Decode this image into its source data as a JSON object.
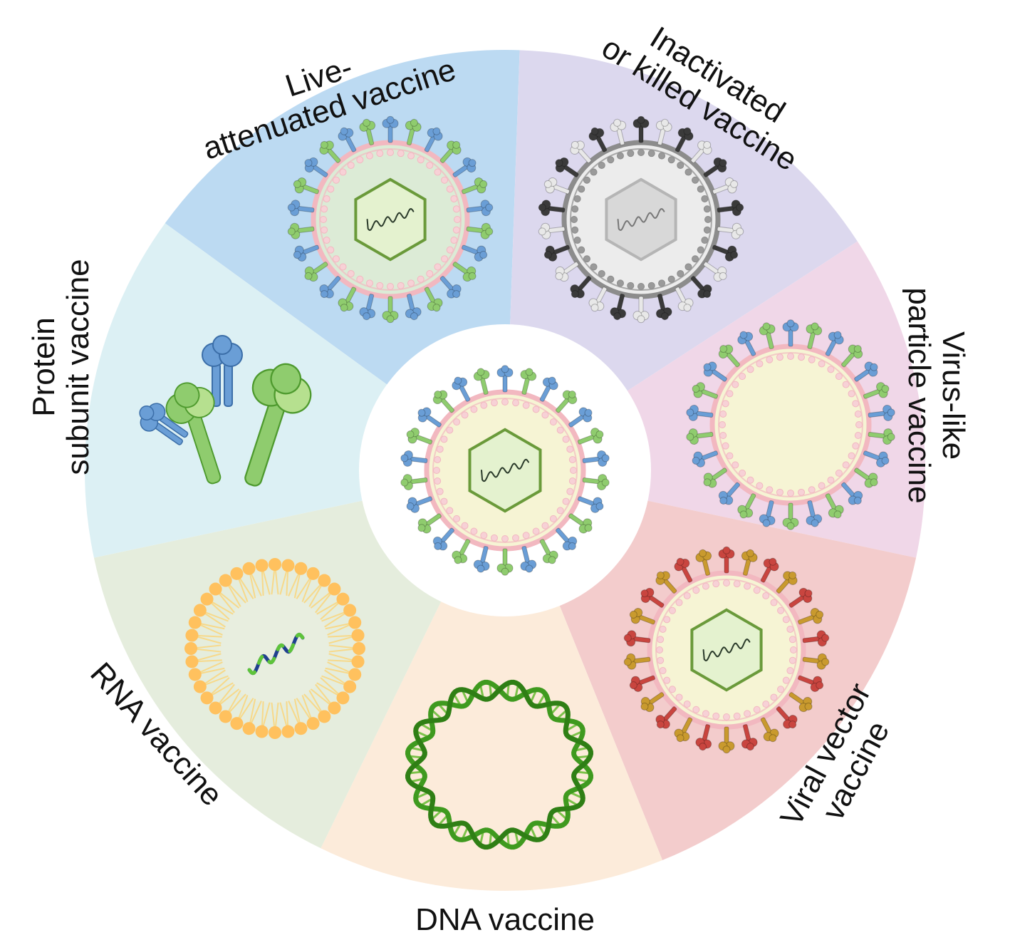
{
  "segments": [
    {
      "key": "live",
      "label_lines": [
        "Live-",
        "attenuated vaccine"
      ],
      "color": "#bcdaf2"
    },
    {
      "key": "inactivated",
      "label_lines": [
        "Inactivated",
        "or killed vaccine"
      ],
      "color": "#dcd8ee"
    },
    {
      "key": "vlp",
      "label_lines": [
        "Virus-like",
        "particle vaccine"
      ],
      "color": "#f0d7e8"
    },
    {
      "key": "viral_vector",
      "label_lines": [
        "Viral vector",
        "vaccine"
      ],
      "color": "#f3cccc"
    },
    {
      "key": "dna",
      "label_lines": [
        "DNA vaccine"
      ],
      "color": "#fcebda"
    },
    {
      "key": "rna",
      "label_lines": [
        "RNA vaccine"
      ],
      "color": "#e5eddd"
    },
    {
      "key": "protein",
      "label_lines": [
        "Protein",
        "subunit vaccine"
      ],
      "color": "#dcf0f4"
    }
  ],
  "icons": {
    "live": "live-attenuated-virus-icon",
    "inactivated": "inactivated-virus-icon",
    "vlp": "virus-like-particle-icon",
    "viral_vector": "viral-vector-icon",
    "dna": "circular-dna-icon",
    "rna": "lipid-nanoparticle-rna-icon",
    "protein": "protein-subunit-icon",
    "center": "virus-icon"
  },
  "palette": {
    "spike_blue": "#6a9ed6",
    "spike_green": "#8fcc6e",
    "spike_red": "#c9453f",
    "spike_gold": "#c99a2e",
    "spike_dark": "#3a3a3a",
    "spike_light": "#e8e8e8",
    "membrane_pink": "#f2b8c0",
    "bead_pink": "#f7d1d6",
    "core_yellow": "#f6f4d4",
    "capsid_green": "#6a9a3a",
    "capsid_fill": "#e4f2cf",
    "gray_membrane": "#8c8c8c",
    "gray_core": "#d8d8d8",
    "lipid_orange": "#ffc15e",
    "lipid_tail": "#f7d98a",
    "dna_green": "#3f9a1f",
    "rna_blue": "#1f3f8f",
    "rna_green": "#5ec43a"
  }
}
